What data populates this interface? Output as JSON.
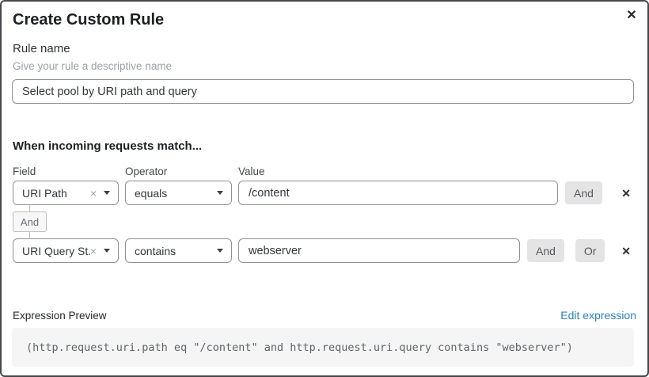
{
  "dialog": {
    "title": "Create Custom Rule"
  },
  "icons": {
    "close": "✕",
    "remove_row": "✕",
    "clear_select": "×",
    "dropdown": "chevron-down"
  },
  "rule_name": {
    "label": "Rule name",
    "helper": "Give your rule a descriptive name",
    "value": "Select pool by URI path and query"
  },
  "match": {
    "heading": "When incoming requests match...",
    "columns": {
      "field": "Field",
      "operator": "Operator",
      "value": "Value"
    },
    "connector": "And",
    "rows": [
      {
        "field": "URI Path",
        "operator": "equals",
        "value": "/content",
        "and_label": "And"
      },
      {
        "field": "URI Query St...",
        "operator": "contains",
        "value": "webserver",
        "and_label": "And",
        "or_label": "Or"
      }
    ]
  },
  "expression": {
    "label": "Expression Preview",
    "edit_link": "Edit expression",
    "code": "(http.request.uri.path eq \"/content\" and http.request.uri.query contains \"webserver\")"
  },
  "colors": {
    "link_blue": "#2f80b9",
    "control_border": "#8e9196",
    "join_button_bg": "#e4e4e4",
    "code_bg": "#f5f5f6",
    "dialog_border": "#45474b"
  }
}
